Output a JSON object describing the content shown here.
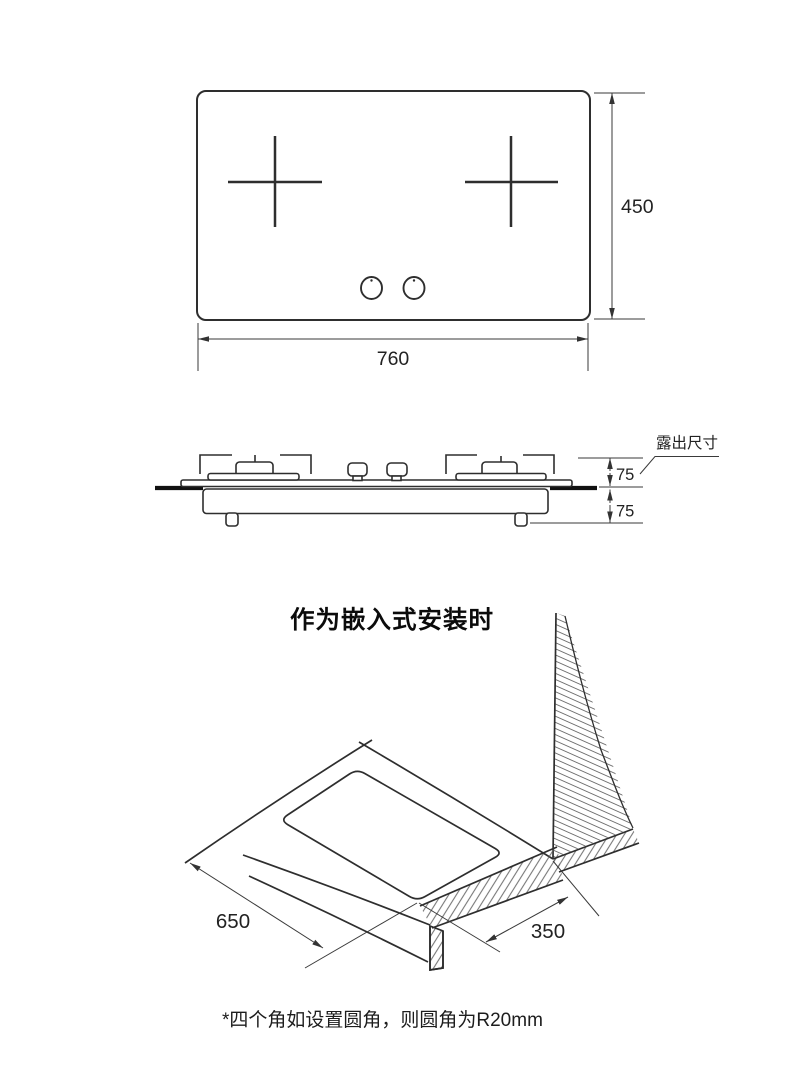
{
  "drawing": {
    "top_view": {
      "width_label": "760",
      "depth_label": "450"
    },
    "side_view": {
      "exposed_label": "露出尺寸",
      "above_counter_label": "75",
      "below_counter_label": "75"
    },
    "embedded_install": {
      "title": "作为嵌入式安装时",
      "cutout_length_label": "650",
      "cutout_depth_label": "350"
    },
    "footnote": "*四个角如设置圆角，则圆角为R20mm",
    "colors": {
      "line": "#2e2e2e",
      "dimension_line": "#3a3a3a",
      "text": "#222222",
      "background": "#ffffff"
    }
  }
}
